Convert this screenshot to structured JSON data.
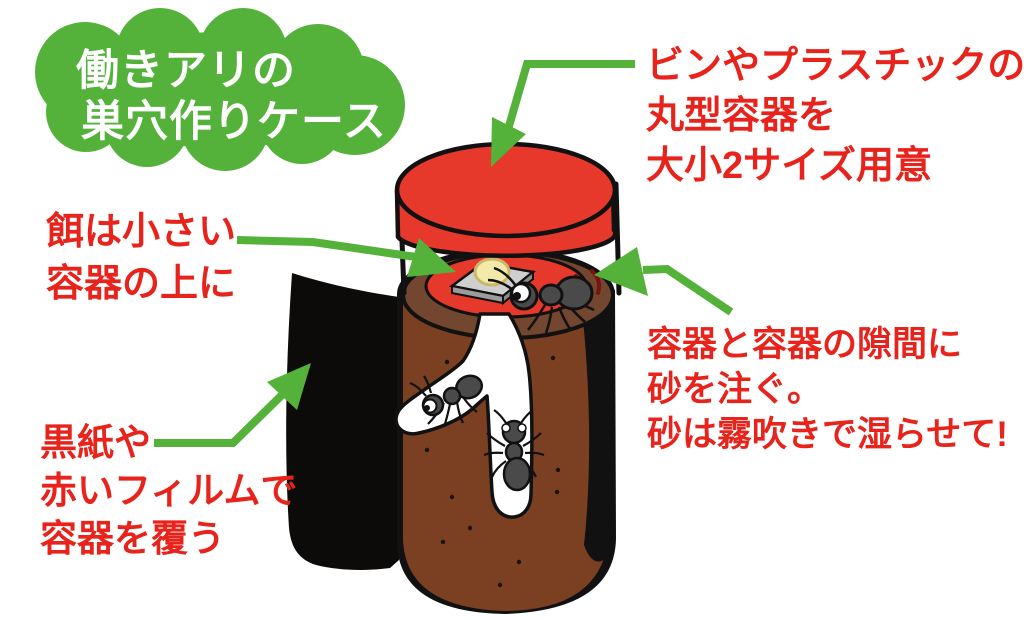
{
  "title": {
    "line1": "働きアリの",
    "line2": "巣穴作りケース"
  },
  "annotations": {
    "containers": {
      "line1": "ビンやプラスチックの",
      "line2": "丸型容器を",
      "line3": "大小2サイズ用意"
    },
    "feed": {
      "line1": "餌は小さい",
      "line2": "容器の上に"
    },
    "sand": {
      "line1": "容器と容器の隙間に",
      "line2": "砂を注ぐ。",
      "line3": "砂は霧吹きで湿らせて!"
    },
    "cover": {
      "line1": "黒紙や",
      "line2": "赤いフィルムで",
      "line3": "容器を覆う"
    }
  },
  "colors": {
    "green": "#54b13a",
    "red_text": "#e8231c",
    "lid_red": "#e6382b",
    "sand_brown": "#7b3f22",
    "ring_brown": "#72462f",
    "paper_black": "#0d0b09",
    "tray_gray": "#cfcfcf",
    "food_yellow": "#f3e9a9",
    "ant_gray": "#4a4a4a"
  }
}
